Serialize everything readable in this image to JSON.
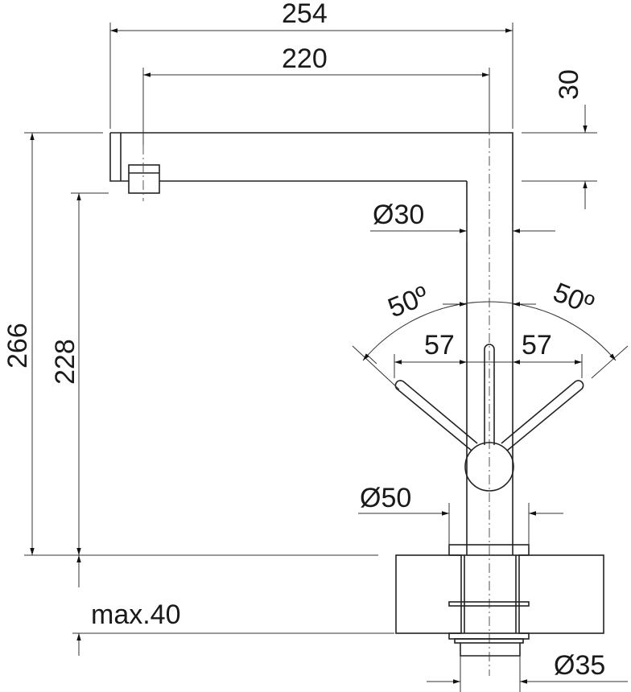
{
  "dimensions": {
    "total_reach": "254",
    "spout_reach": "220",
    "spout_height": "30",
    "total_height": "266",
    "outlet_height": "228",
    "max_counter_thickness": "max.40",
    "body_diameter": "Ø30",
    "base_diameter": "Ø50",
    "hole_diameter": "Ø35",
    "lever_left_offset": "57",
    "lever_right_offset": "57",
    "lever_angle_left": "50º",
    "lever_angle_right": "50º"
  }
}
